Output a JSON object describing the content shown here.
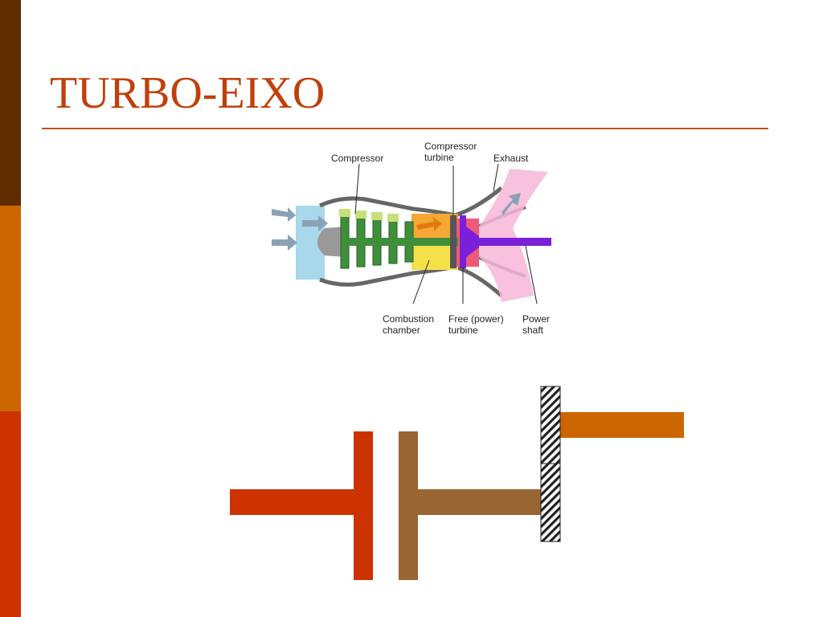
{
  "slide": {
    "title": "TURBO-EIXO"
  },
  "colors": {
    "sidebar_top": "#5f2c00",
    "sidebar_middle": "#cc6600",
    "sidebar_bottom": "#cc3300",
    "title_text": "#c0400a",
    "title_rule": "#c0501a",
    "shaft_red": "#cc3300",
    "shaft_brown": "#996633",
    "shaft_orange": "#cc6600",
    "hatch_fill": "#222222"
  },
  "engine_diagram": {
    "labels": {
      "compressor": "Compressor",
      "compressor_turbine_line1": "Compressor",
      "compressor_turbine_line2": "turbine",
      "exhaust": "Exhaust",
      "combustion_line1": "Combustion",
      "combustion_line2": "chamber",
      "free_turbine_line1": "Free (power)",
      "free_turbine_line2": "turbine",
      "power_shaft_line1": "Power",
      "power_shaft_line2": "shaft"
    }
  }
}
